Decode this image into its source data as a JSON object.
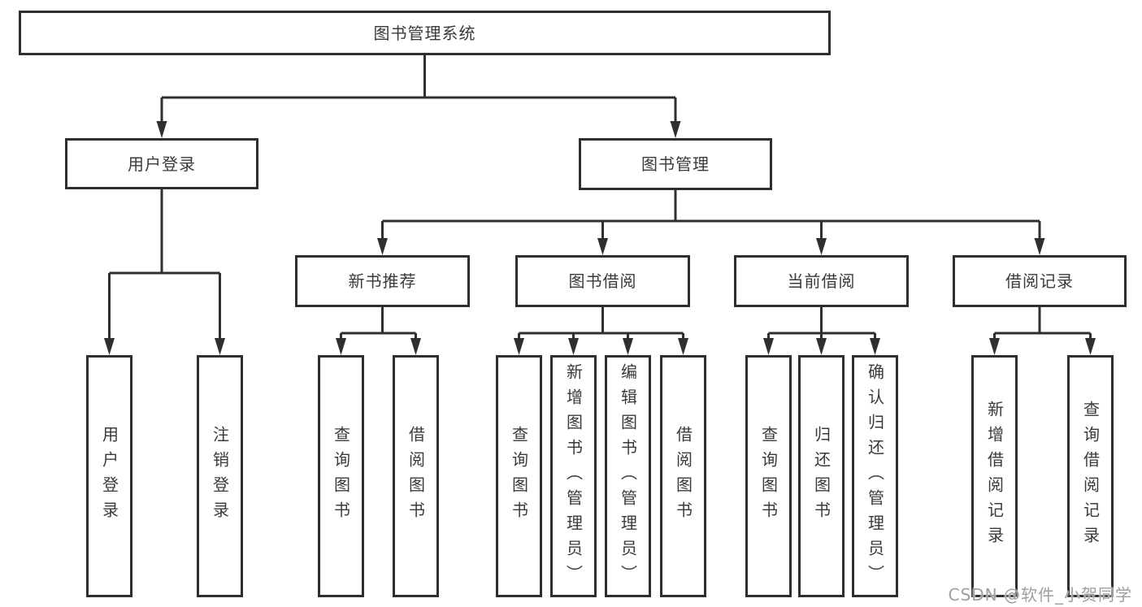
{
  "colors": {
    "line": "#2f2f2f",
    "text": "#3a3a3a",
    "watermark": "#9e9e9e",
    "background": "#ffffff"
  },
  "watermark": {
    "text": "CSDN @软件_小贺同学"
  },
  "tree": {
    "label": "图书管理系统",
    "children": [
      {
        "label": "用户登录",
        "children": [
          {
            "label": "用户登录"
          },
          {
            "label": "注销登录"
          }
        ]
      },
      {
        "label": "图书管理",
        "children": [
          {
            "label": "新书推荐",
            "children": [
              {
                "label": "查询图书"
              },
              {
                "label": "借阅图书"
              }
            ]
          },
          {
            "label": "图书借阅",
            "children": [
              {
                "label": "查询图书"
              },
              {
                "label": "新增图书（管理员）"
              },
              {
                "label": "编辑图书（管理员）"
              },
              {
                "label": "借阅图书"
              }
            ]
          },
          {
            "label": "当前借阅",
            "children": [
              {
                "label": "查询图书"
              },
              {
                "label": "归还图书"
              },
              {
                "label": "确认归还（管理员）"
              }
            ]
          },
          {
            "label": "借阅记录",
            "children": [
              {
                "label": "新增借阅记录"
              },
              {
                "label": "查询借阅记录"
              }
            ]
          }
        ]
      }
    ]
  }
}
